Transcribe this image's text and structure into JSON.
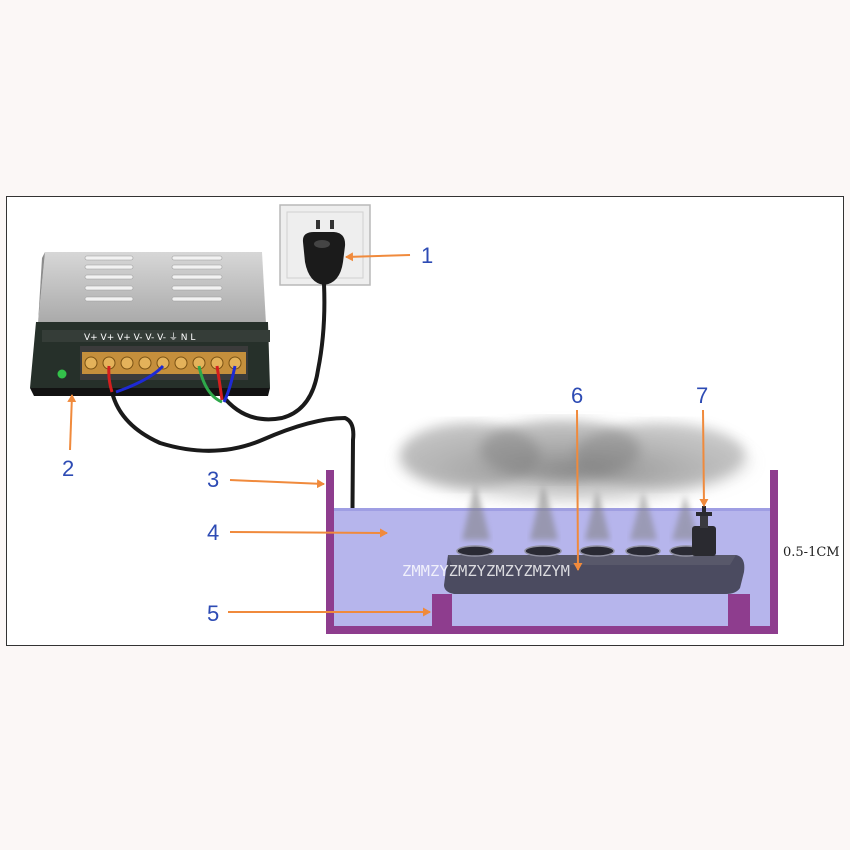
{
  "labels": {
    "socket": "1",
    "power_led": "2",
    "tank_wall": "3",
    "water": "4",
    "support": "5",
    "mist_maker": "6",
    "float_sensor": "7"
  },
  "terminal_labels": "V+ V+ V+ V- V- V- ⏚ N L",
  "depth_label": "0.5-1CM",
  "watermark": "ZMMZYZMZYZMZYZMZYM",
  "colors": {
    "arrow": "#f08a3c",
    "label": "#2d4bb4",
    "tank": "#8e3d8e",
    "water": "#b6b5ec",
    "cable": "#1a1a1a"
  }
}
